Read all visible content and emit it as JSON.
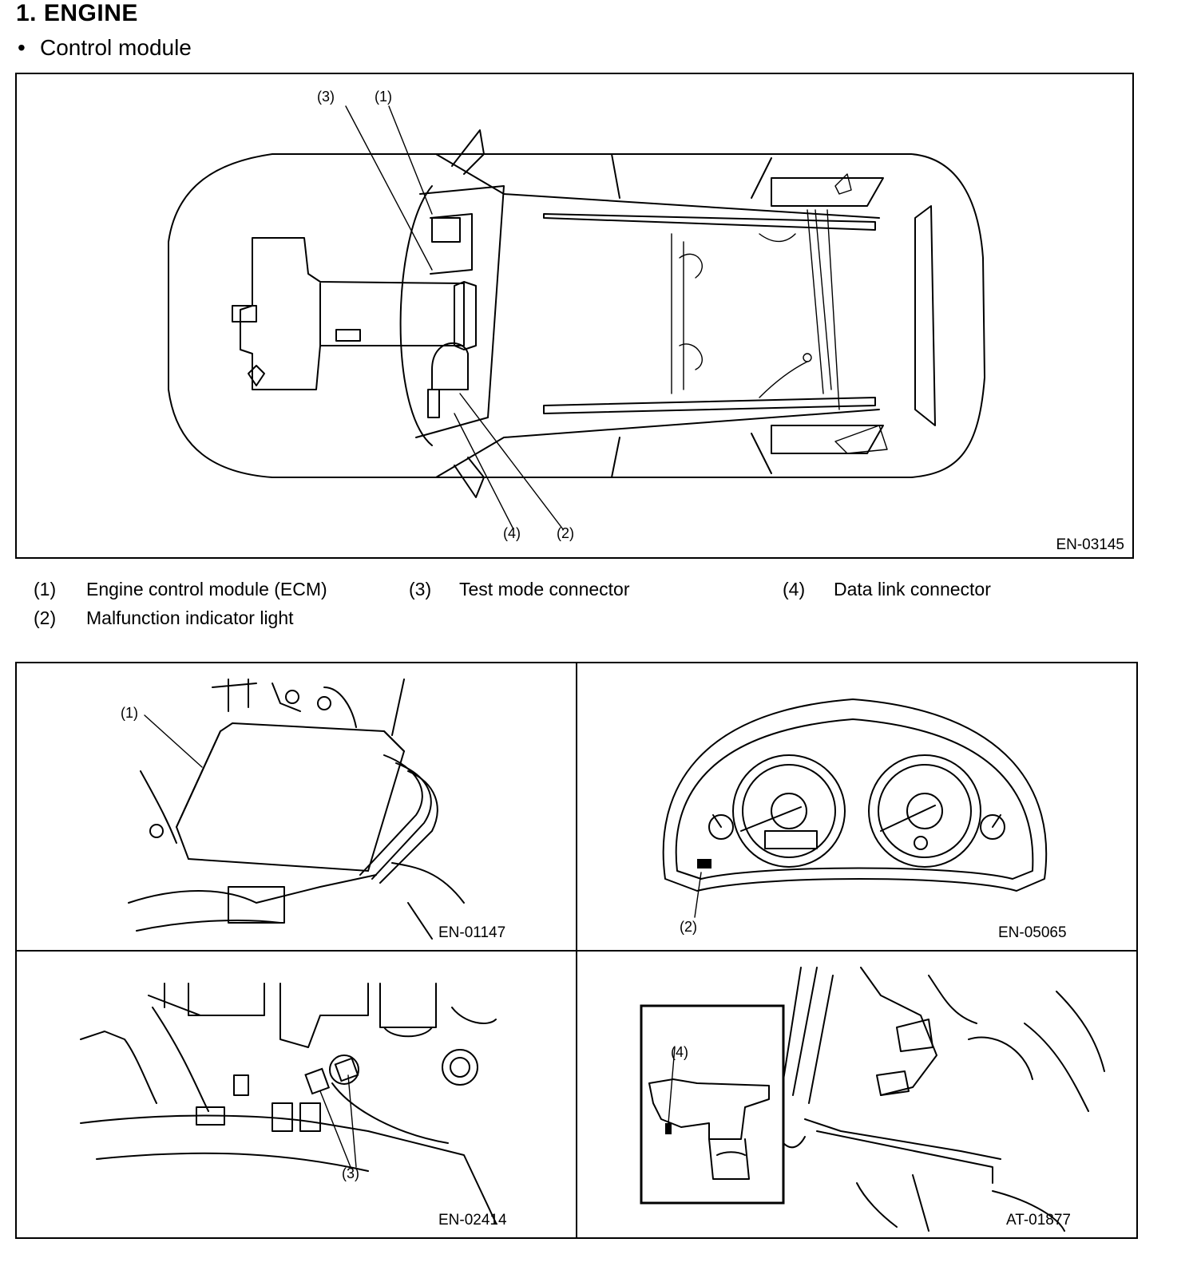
{
  "section": {
    "title": "1.  ENGINE"
  },
  "subsection": {
    "bullet": "•",
    "title": "Control module"
  },
  "main_figure": {
    "code": "EN-03145",
    "callouts": {
      "c1": "(1)",
      "c2": "(2)",
      "c3": "(3)",
      "c4": "(4)"
    }
  },
  "legend": [
    {
      "num": "(1)",
      "text": "Engine control module (ECM)"
    },
    {
      "num": "(2)",
      "text": "Malfunction indicator light"
    },
    {
      "num": "(3)",
      "text": "Test mode connector"
    },
    {
      "num": "(4)",
      "text": "Data link connector"
    }
  ],
  "panels": {
    "ecm": {
      "code": "EN-01147",
      "callout": "(1)"
    },
    "cluster": {
      "code": "EN-05065",
      "callout": "(2)"
    },
    "test_connector": {
      "code": "EN-02414",
      "callout": "(3)"
    },
    "dlc": {
      "code": "AT-01877",
      "callout": "(4)"
    }
  }
}
